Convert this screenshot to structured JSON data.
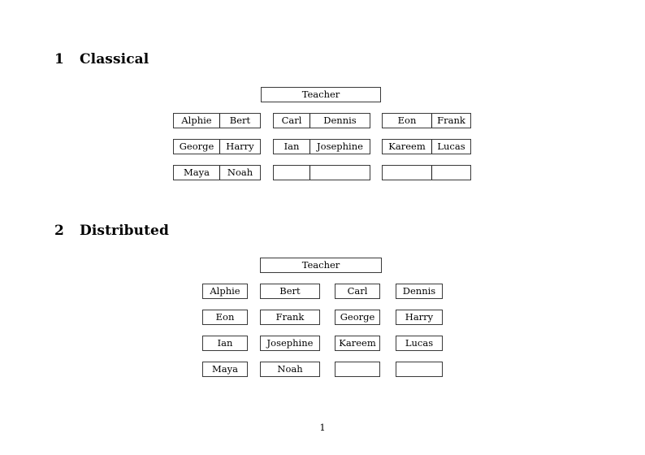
{
  "document": {
    "page_number": "1"
  },
  "sections": [
    {
      "number": "1",
      "title": "Classical",
      "teacher_label": "Teacher",
      "layout": "three-groups-of-two-cells",
      "groups": [
        {
          "name": "left",
          "rows": [
            [
              "Alphie",
              "Bert"
            ],
            [
              "George",
              "Harry"
            ],
            [
              "Maya",
              "Noah"
            ]
          ]
        },
        {
          "name": "middle",
          "rows": [
            [
              "Carl",
              "Dennis"
            ],
            [
              "Ian",
              "Josephine"
            ],
            [
              "",
              ""
            ]
          ]
        },
        {
          "name": "right",
          "rows": [
            [
              "Eon",
              "Frank"
            ],
            [
              "Kareem",
              "Lucas"
            ],
            [
              "",
              ""
            ]
          ]
        }
      ]
    },
    {
      "number": "2",
      "title": "Distributed",
      "teacher_label": "Teacher",
      "layout": "four-columns-of-single-boxes",
      "rows": [
        [
          "Alphie",
          "Bert",
          "Carl",
          "Dennis"
        ],
        [
          "Eon",
          "Frank",
          "George",
          "Harry"
        ],
        [
          "Ian",
          "Josephine",
          "Kareem",
          "Lucas"
        ],
        [
          "Maya",
          "Noah",
          "",
          ""
        ]
      ]
    }
  ],
  "colors": {
    "page_background": "#ffffff",
    "text": "#000000",
    "box_border": "#3a3a3a",
    "cell_divider": "#1a1a1a"
  }
}
